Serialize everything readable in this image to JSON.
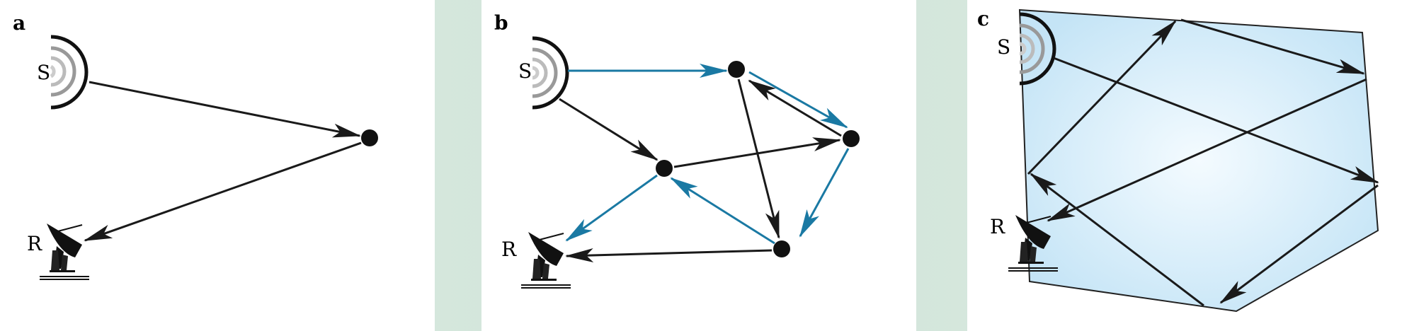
{
  "panels": [
    {
      "label": "a",
      "source": "S",
      "receiver": "R"
    },
    {
      "label": "b",
      "source": "S",
      "receiver": "R"
    },
    {
      "label": "c",
      "source": "S",
      "receiver": "R"
    }
  ],
  "colors": {
    "black_path": "#1a1a1a",
    "blue_path": "#1a79a3",
    "room_fill": "#cfe9f8"
  }
}
